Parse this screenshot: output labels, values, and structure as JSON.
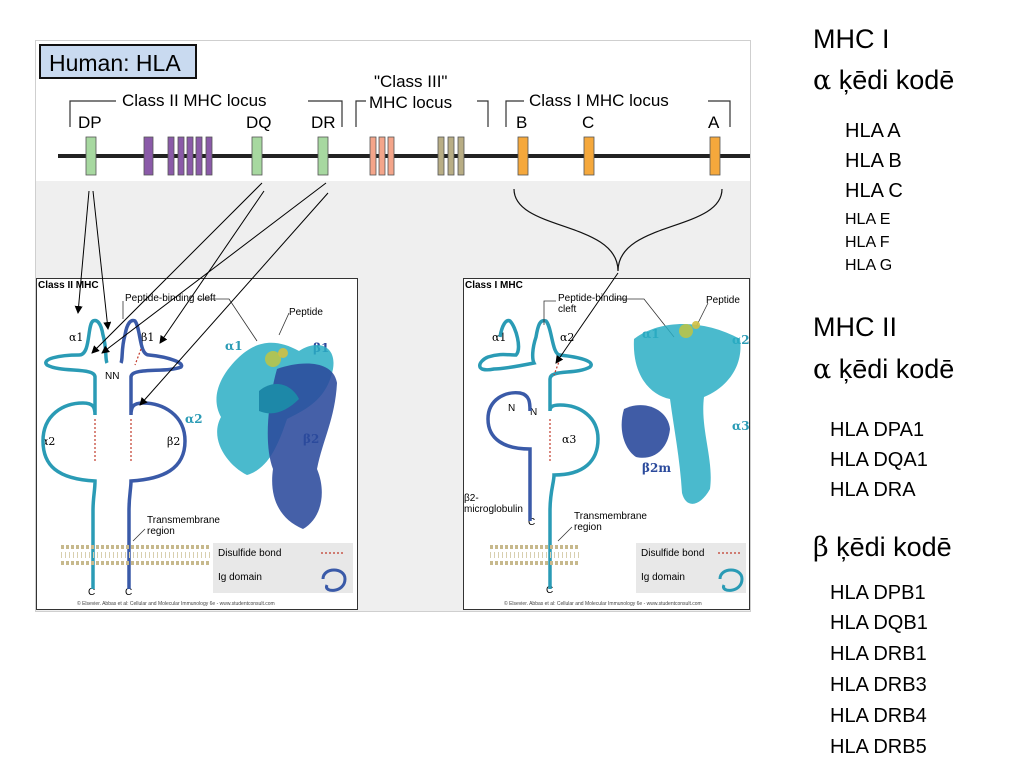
{
  "figure": {
    "title": "Human: HLA",
    "locus_class2": "Class II MHC locus",
    "locus_class3_line1": "\"Class III\"",
    "locus_class3_line2": "MHC locus",
    "locus_class1": "Class I MHC locus",
    "genes": [
      "DP",
      "DQ",
      "DR",
      "B",
      "C",
      "A"
    ],
    "colors": {
      "class2_gene": "#a7d8a0",
      "purple_gene": "#8a5aa8",
      "salmon_gene": "#f4a58a",
      "olive_gene": "#b8ad84",
      "class1_gene": "#f5a83c",
      "title_box": "#c9daf0",
      "teal": "#2a9bb5",
      "navy": "#2b4a9c"
    },
    "class2_panel": {
      "title": "Class II MHC",
      "cleft": "Peptide-binding cleft",
      "peptide": "Peptide",
      "a1": "α1",
      "b1": "β1",
      "a2": "α2",
      "b2": "β2",
      "nn": "NN",
      "c1": "C",
      "c2": "C",
      "tm": "Transmembrane",
      "tm2": "region",
      "legend_disulfide": "Disulfide bond",
      "legend_ig": "Ig domain",
      "credit": "© Elsevier. Abbas et al: Cellular and Molecular Immunology 6e - www.studentconsult.com"
    },
    "class1_panel": {
      "title": "Class I MHC",
      "cleft": "Peptide-binding",
      "cleft2": "cleft",
      "peptide": "Peptide",
      "a1": "α1",
      "a2": "α2",
      "a3": "α3",
      "n1": "N",
      "n2": "N",
      "c1": "C",
      "c2": "C",
      "b2m_label": "β2-",
      "b2m_label2": "microglobulin",
      "b2m_ribbon": "β2m",
      "tm": "Transmembrane",
      "tm2": "region",
      "legend_disulfide": "Disulfide bond",
      "legend_ig": "Ig domain",
      "credit": "© Elsevier. Abbas et al: Cellular and Molecular Immunology 6e - www.studentconsult.com"
    }
  },
  "side": {
    "mhc1_head": "MHC I",
    "mhc1_sub_symbol": "α",
    "mhc1_sub": " ķēdi kodē",
    "mhc1_genes_large": [
      "HLA A",
      "HLA B",
      "HLA C"
    ],
    "mhc1_genes_small": [
      "HLA E",
      "HLA F",
      "HLA G"
    ],
    "mhc2_head": "MHC II",
    "mhc2_sub_symbol": "α",
    "mhc2_sub": " ķēdi kodē",
    "mhc2_alpha_genes": [
      "HLA DPA1",
      "HLA DQA1",
      "HLA DRA"
    ],
    "beta_sub_symbol": "β",
    "beta_sub": " ķēdi kodē",
    "mhc2_beta_genes": [
      "HLA DPB1",
      "HLA DQB1",
      "HLA DRB1",
      "HLA DRB3",
      "HLA DRB4",
      "HLA DRB5"
    ]
  }
}
